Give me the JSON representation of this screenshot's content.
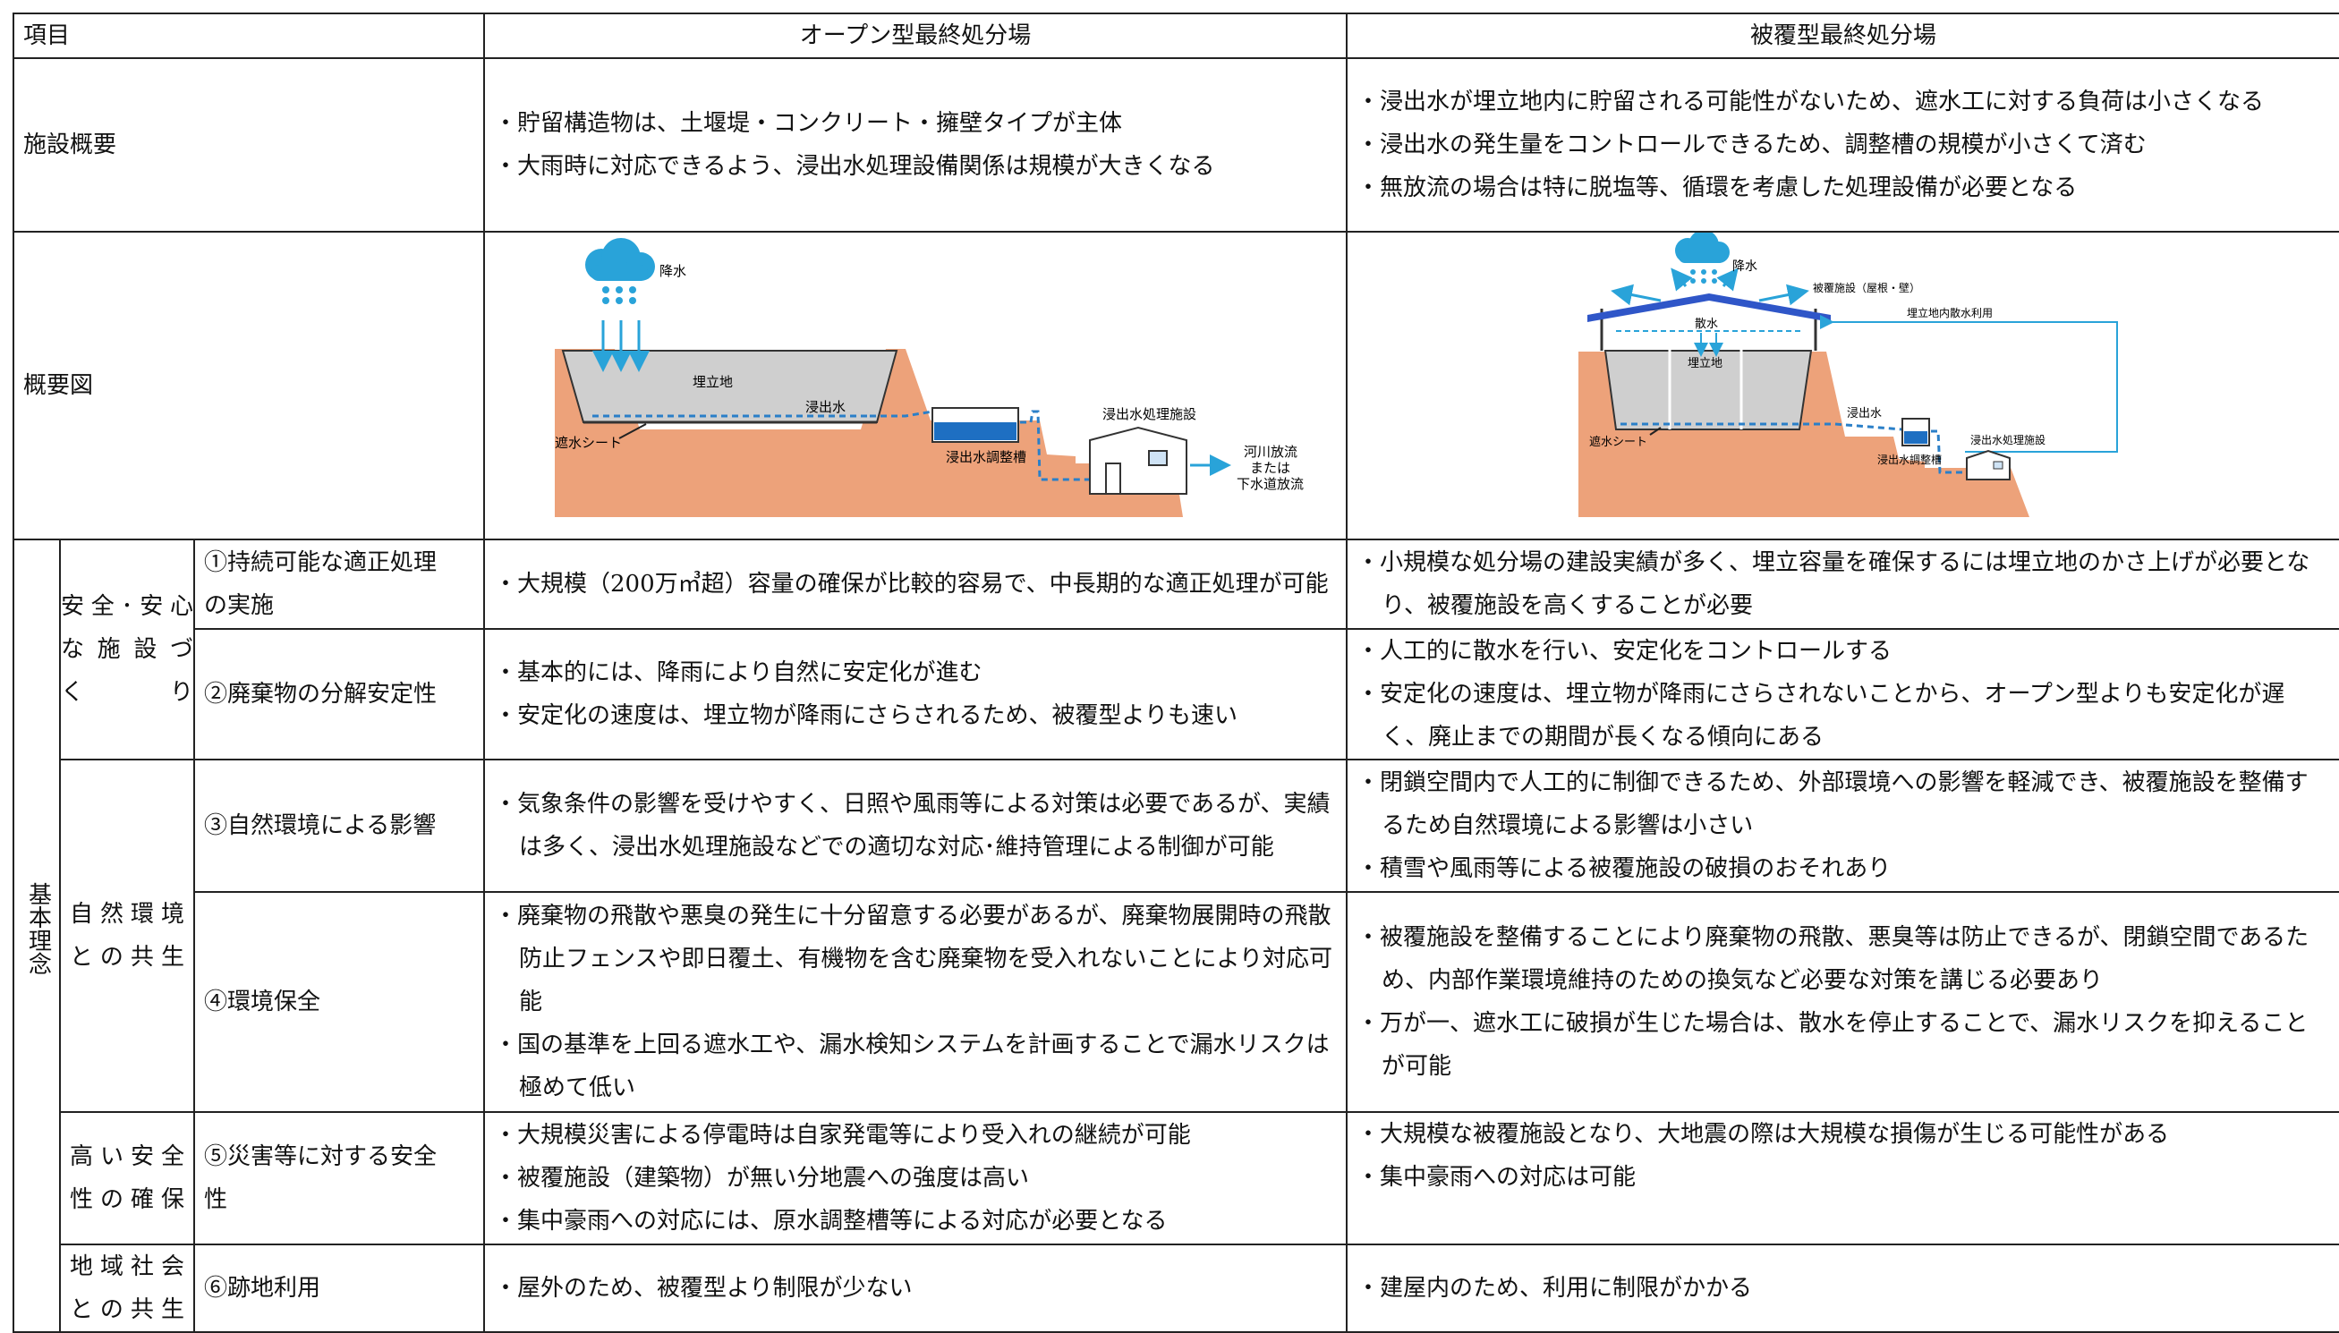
{
  "header": {
    "item": "項目",
    "open": "オープン型最終処分場",
    "covered": "被覆型最終処分場"
  },
  "overview": {
    "label": "施設概要",
    "open": [
      "・貯留構造物は、土堰堤・コンクリート・擁壁タイプが主体",
      "・大雨時に対応できるよう、浸出水処理設備関係は規模が大きくなる"
    ],
    "covered": [
      "・浸出水が埋立地内に貯留される可能性がないため、遮水工に対する負荷は小さくなる",
      "・浸出水の発生量をコントロールできるため、調整槽の規模が小さくて済む",
      "・無放流の場合は特に脱塩等、循環を考慮した処理設備が必要となる"
    ]
  },
  "diagram": {
    "label": "概要図",
    "open": {
      "rain": "降水",
      "landfill": "埋立地",
      "leachate": "浸出水",
      "liner": "遮水シート",
      "tank": "浸出水調整槽",
      "plant": "浸出水処理施設",
      "discharge1": "河川放流",
      "discharge2": "または",
      "discharge3": "下水道放流"
    },
    "covered": {
      "rain": "降水",
      "cover": "被覆施設（屋根・壁）",
      "reuse": "埋立地内散水利用",
      "spray": "散水",
      "landfill": "埋立地",
      "leachate": "浸出水",
      "liner": "遮水シート",
      "tank": "浸出水調整槽",
      "plant": "浸出水処理施設"
    }
  },
  "basic": {
    "label": "基本理念",
    "groups": [
      {
        "name": "安全･安心な施設づくり",
        "lines": [
          "安全･安心",
          "な施設づ",
          "くり"
        ]
      },
      {
        "name": "自然環境との共生",
        "lines": [
          "自然環境",
          "との共生"
        ]
      },
      {
        "name": "高い安全性の確保",
        "lines": [
          "高い安全",
          "性の確保"
        ]
      },
      {
        "name": "地域社会との共生",
        "lines": [
          "地域社会",
          "との共生"
        ]
      }
    ],
    "rows": [
      {
        "sub": [
          "①持続可能な適正処理",
          "の実施"
        ],
        "open": [
          "・大規模（200万㎥超）容量の確保が比較的容易で、中長期的な適正処理が可能"
        ],
        "covered": [
          "・小規模な処分場の建設実績が多く、埋立容量を確保するには埋立地のかさ上げが必要となり、被覆施設を高くすることが必要"
        ]
      },
      {
        "sub": [
          "②廃棄物の分解安定性"
        ],
        "open": [
          "・基本的には、降雨により自然に安定化が進む",
          "・安定化の速度は、埋立物が降雨にさらされるため、被覆型よりも速い"
        ],
        "covered": [
          "・人工的に散水を行い、安定化をコントロールする",
          "・安定化の速度は、埋立物が降雨にさらされないことから、オープン型よりも安定化が遅く、廃止までの期間が長くなる傾向にある"
        ]
      },
      {
        "sub": [
          "③自然環境による影響"
        ],
        "open": [
          "・気象条件の影響を受けやすく、日照や風雨等による対策は必要であるが、実績は多く、浸出水処理施設などでの適切な対応･維持管理による制御が可能"
        ],
        "covered": [
          "・閉鎖空間内で人工的に制御できるため、外部環境への影響を軽減でき、被覆施設を整備するため自然環境による影響は小さい",
          "・積雪や風雨等による被覆施設の破損のおそれあり"
        ]
      },
      {
        "sub": [
          "④環境保全"
        ],
        "open": [
          "・廃棄物の飛散や悪臭の発生に十分留意する必要があるが、廃棄物展開時の飛散防止フェンスや即日覆土、有機物を含む廃棄物を受入れないことにより対応可能",
          "・国の基準を上回る遮水工や、漏水検知システムを計画することで漏水リスクは極めて低い"
        ],
        "covered": [
          "・被覆施設を整備することにより廃棄物の飛散、悪臭等は防止できるが、閉鎖空間であるため、内部作業環境維持のための換気など必要な対策を講じる必要あり",
          "・万が一、遮水工に破損が生じた場合は、散水を停止することで、漏水リスクを抑えることが可能"
        ]
      },
      {
        "sub": [
          "⑤災害等に対する安全",
          "性"
        ],
        "open": [
          "・大規模災害による停電時は自家発電等により受入れの継続が可能",
          "・被覆施設（建築物）が無い分地震への強度は高い",
          "・集中豪雨への対応には、原水調整槽等による対応が必要となる"
        ],
        "covered": [
          "・大規模な被覆施設となり、大地震の際は大規模な損傷が生じる可能性がある",
          "・集中豪雨への対応は可能"
        ]
      },
      {
        "sub": [
          "⑥跡地利用"
        ],
        "open": [
          "・屋外のため、被覆型より制限が少ない"
        ],
        "covered": [
          "・建屋内のため、利用に制限がかかる"
        ]
      }
    ]
  }
}
